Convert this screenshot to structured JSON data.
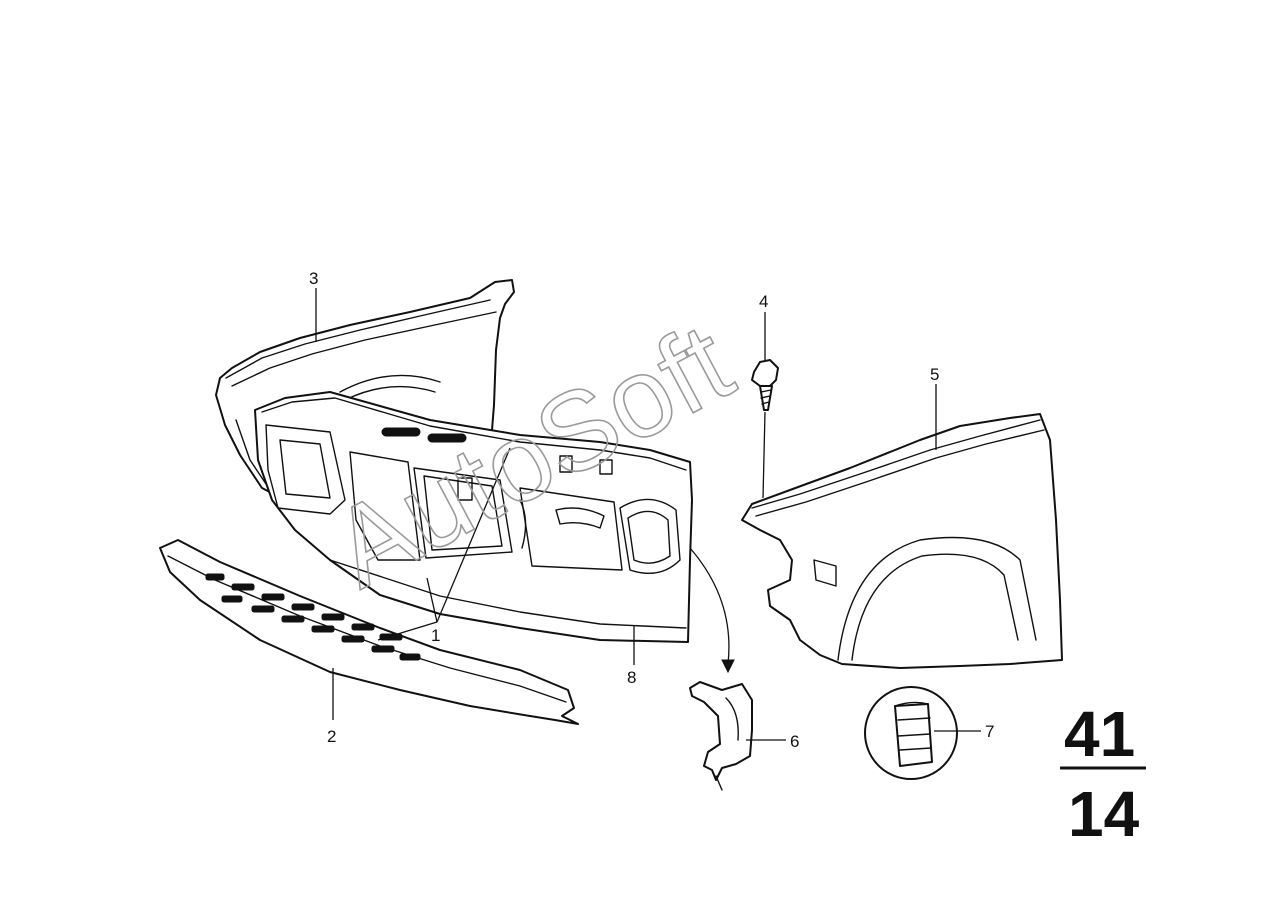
{
  "diagram": {
    "watermark": "AutoSoft",
    "callouts": {
      "part_1": "1",
      "part_2": "2",
      "part_3": "3",
      "part_4": "4",
      "part_5": "5",
      "part_6": "6",
      "part_7": "7",
      "part_8": "8"
    },
    "sheet": {
      "group": "41",
      "page": "14"
    }
  }
}
